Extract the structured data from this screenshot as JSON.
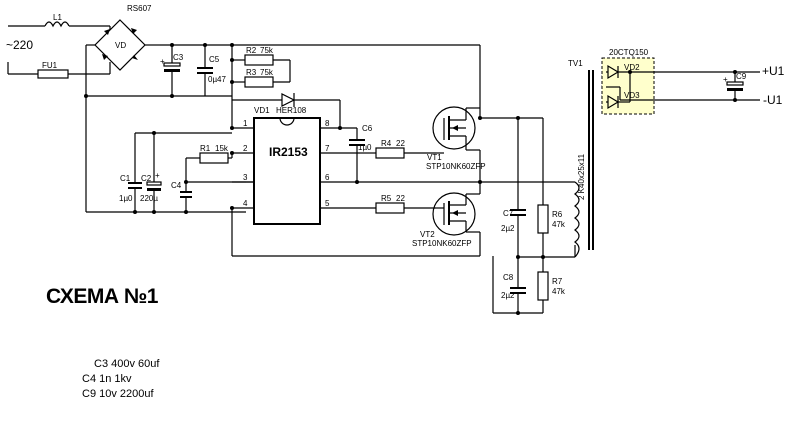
{
  "diagram": {
    "title": "СХЕМА №1",
    "mains_label": "~220",
    "chip": {
      "name": "IR2153",
      "pins": [
        "1",
        "2",
        "3",
        "4",
        "5",
        "6",
        "7",
        "8"
      ]
    },
    "components": {
      "L1": "L1",
      "FU1": "FU1",
      "bridge_name": "RS607",
      "bridge_ref": "VD",
      "C3": "C3",
      "C5": "C5",
      "C5_val": "0µ47",
      "R2": "R2",
      "R2_val": "75k",
      "R3": "R3",
      "R3_val": "75k",
      "VD1": "VD1",
      "VD1_val": "HER108",
      "R1": "R1",
      "R1_val": "15k",
      "C1": "C1",
      "C1_val": "1µ0",
      "C2": "C2",
      "C2_val": "220µ",
      "C4": "C4",
      "C6": "C6",
      "C6_val": "1µ0",
      "R4": "R4",
      "R4_val": "22",
      "R5": "R5",
      "R5_val": "22",
      "VT1": "VT1",
      "VT1_val": "STP10NK60ZFP",
      "VT2": "VT2",
      "VT2_val": "STP10NK60ZFP",
      "C7": "C7",
      "C7_val": "2µ2",
      "C8": "C8",
      "C8_val": "2µ2",
      "R6": "R6",
      "R6_val": "47k",
      "R7": "R7",
      "R7_val": "47k",
      "TV1": "TV1",
      "TV1_core": "2 K40x25x11",
      "diode_pack": "20CTQ150",
      "VD2": "VD2",
      "VD3": "VD3",
      "C9": "C9",
      "out_plus": "+U1",
      "out_minus": "-U1",
      "plus": "+"
    }
  },
  "notes": [
    "C3  400v 60uf",
    "C4 1n 1kv",
    "C9 10v 2200uf"
  ]
}
